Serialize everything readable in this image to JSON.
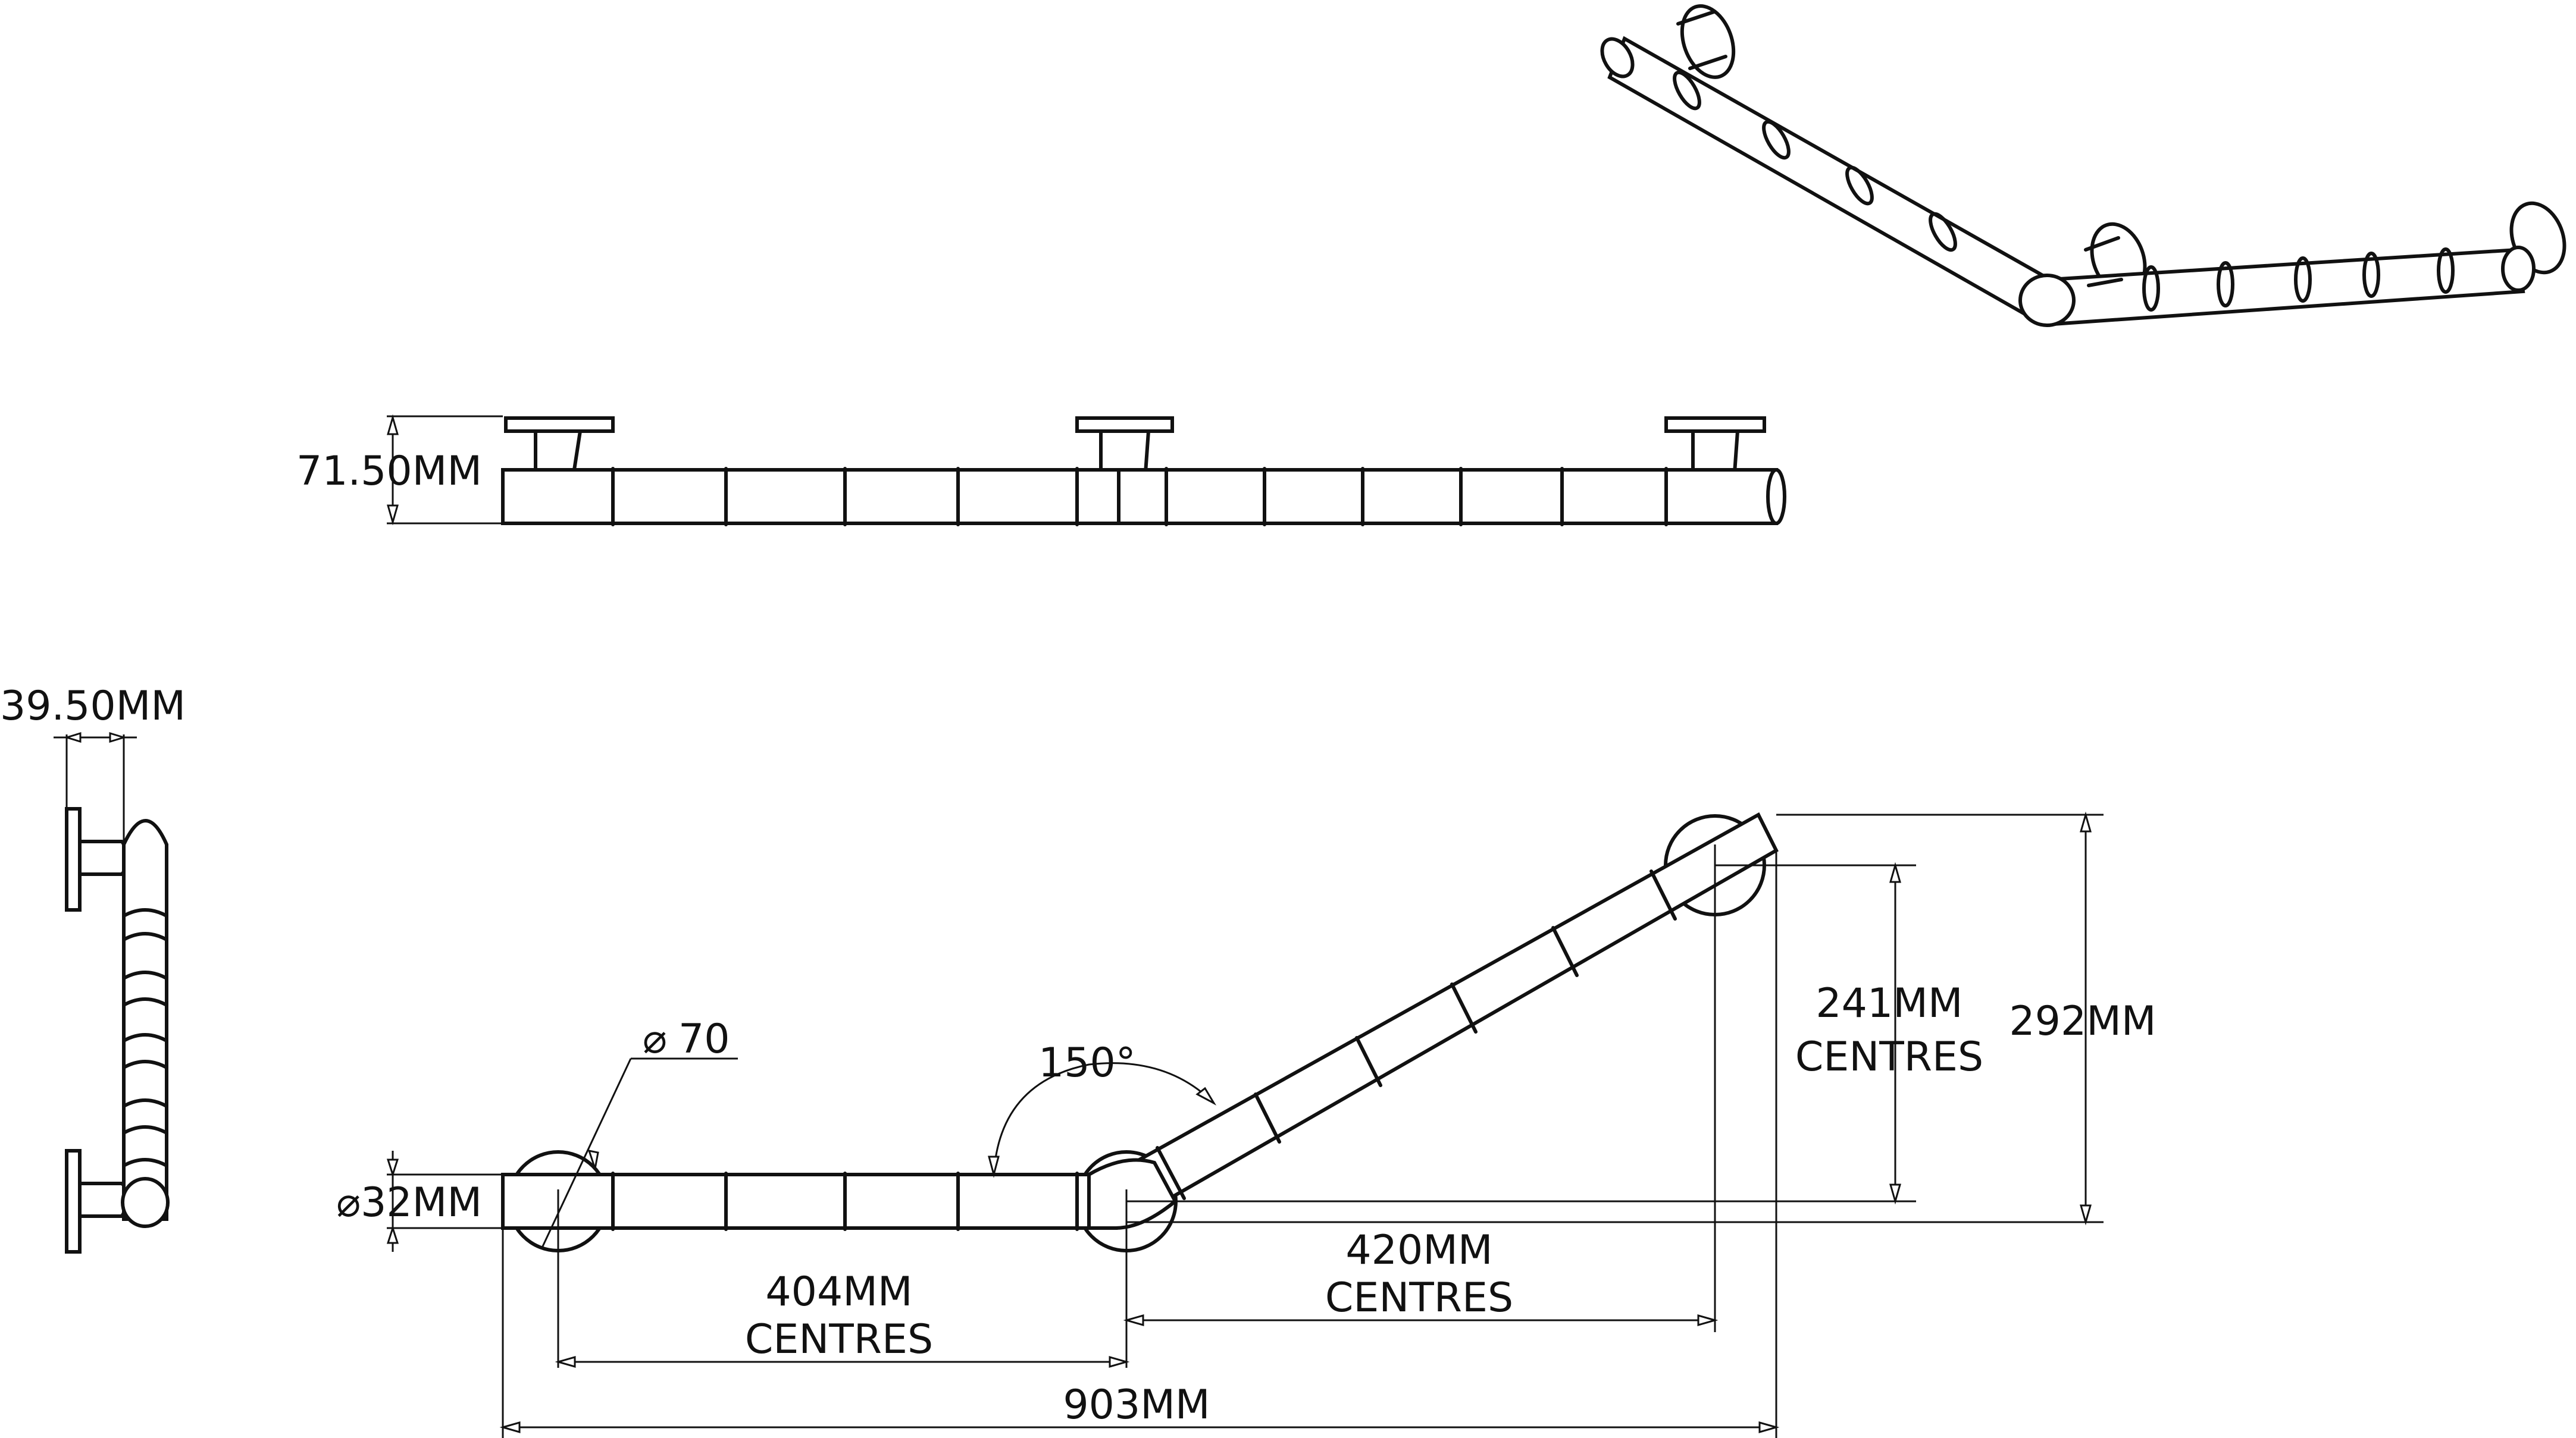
{
  "dimensions": {
    "standoff_height": "71.50MM",
    "plate_offset": "39.50MM",
    "plate_diameter_symbol": "⌀",
    "plate_diameter": "70",
    "tube_diameter": "⌀32MM",
    "angle": "150°",
    "left_centres_value": "404MM",
    "left_centres_word": "CENTRES",
    "right_centres_value": "420MM",
    "right_centres_word": "CENTRES",
    "vertical_centres_value": "241MM",
    "vertical_centres_word": "CENTRES",
    "overall_height": "292MM",
    "overall_length": "903MM"
  }
}
